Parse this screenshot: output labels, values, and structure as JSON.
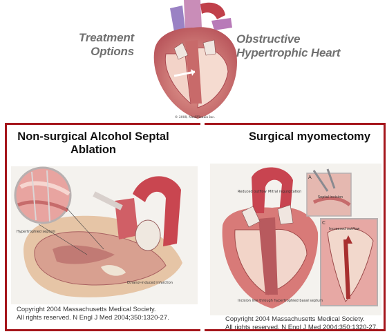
{
  "captions": {
    "left": "Treatment Options",
    "right": "Obstructive Hypertrophic Heart"
  },
  "top_heart": {
    "credit": "© 2008, MediVisuals Inc."
  },
  "panels": {
    "left": {
      "title": "Non-surgical Alcohol Septal Ablation",
      "labels": {
        "hypertrophied_septum": "Hypertrophied septum",
        "ethanol_infarction": "Ethanol-induced infarction"
      },
      "copyright_line1": "Copyright 2004 Massachusetts Medical Society.",
      "copyright_line2": "All rights reserved. N Engl J Med 2004;350:1320-27."
    },
    "right": {
      "title": "Surgical myomectomy",
      "labels": {
        "reduced_outflow": "Reduced outflow",
        "mitral_regurgitation": "Mitral regurgitation",
        "septal_incision": "Septal incision",
        "increased_outflow": "Increased outflow",
        "incision_line": "Incision line through hypertrophied basal septum",
        "panel_a": "A",
        "panel_c": "C"
      },
      "copyright_line1": "Copyright 2004 Massachusetts Medical Society.",
      "copyright_line2": "All rights reserved. N Engl J Med 2004;350:1320-27."
    }
  },
  "colors": {
    "panel_border": "#a5161c",
    "arrow": "#8a8a8a",
    "caption": "#707070"
  }
}
